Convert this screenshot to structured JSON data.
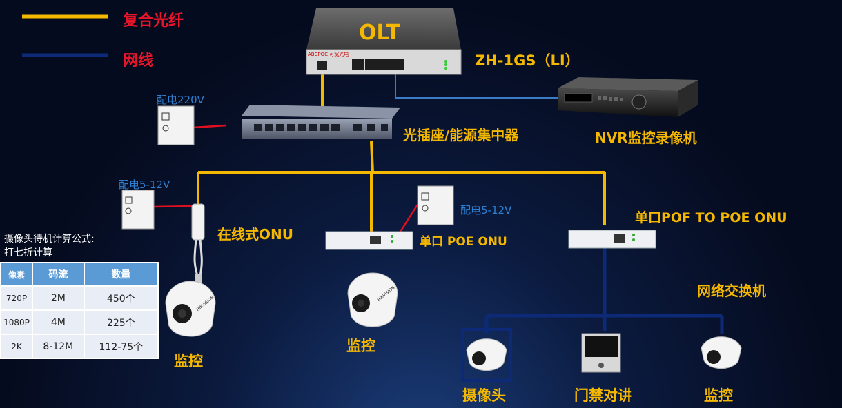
{
  "legend": {
    "fiber_label": "复合光纤",
    "network_label": "网线",
    "fiber_color": "#f5b800",
    "network_color": "#0d2a78"
  },
  "olt": {
    "title": "OLT",
    "model": "ZH-1GS（LI）",
    "brand": "ABCPOC 可宽光电"
  },
  "devices": {
    "concentrator": "光插座/能源集中器",
    "nvr": "NVR监控录像机",
    "inline_onu": "在线式ONU",
    "single_poe_onu": "单口 POE ONU",
    "pof_poe_onu": "单口POF TO POE  ONU",
    "switch": "网络交换机"
  },
  "power": {
    "p220": "配电220V",
    "p512_left": "配电5-12V",
    "p512_mid": "配电5-12V"
  },
  "endpoints": {
    "monitor_left": "监控",
    "monitor_mid": "监控",
    "camera": "摄像头",
    "door_intercom": "门禁对讲",
    "monitor_right": "监控"
  },
  "calc": {
    "title": "摄像头待机计算公式:",
    "subtitle": "打七折计算",
    "headers": [
      "像素",
      "码流",
      "数量"
    ],
    "rows": [
      [
        "720P",
        "2M",
        "450个"
      ],
      [
        "1080P",
        "4M",
        "225个"
      ],
      [
        "2K",
        "8-12M",
        "112-75个"
      ]
    ]
  },
  "camera_brand": "HIKVISION"
}
